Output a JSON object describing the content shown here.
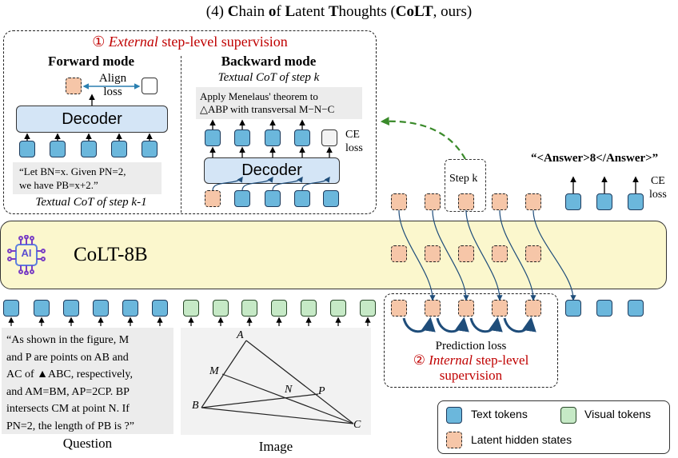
{
  "title": {
    "prefix": "(4) ",
    "c": "C",
    "hain": "hain ",
    "o": "o",
    "f": "f ",
    "l": "L",
    "atent": "atent ",
    "t": "T",
    "houghts": "houghts (",
    "colt": "CoLT",
    "suffix": ", ours)"
  },
  "external": {
    "number": "①",
    "italic": "External",
    "rest": " step-level supervision",
    "forward_mode": "Forward mode",
    "backward_mode": "Backward mode",
    "align_loss_1": "Align",
    "align_loss_2": "loss",
    "decoder": "Decoder",
    "forward_text_1": "“Let BN=x. Given PN=2,",
    "forward_text_2": "we have PB=x+2.”",
    "forward_caption": "Textual CoT of step k-1",
    "backward_caption": "Textual CoT of step k",
    "backward_text_1": "Apply Menelaus' theorem to",
    "backward_text_2": "△ABP with transversal M−N−C",
    "ce_loss_1": "CE",
    "ce_loss_2": "loss"
  },
  "step_label": "Step k",
  "answer": "“<Answer>8</Answer>”",
  "answer_ce_1": "CE",
  "answer_ce_2": "loss",
  "model_name": "CoLT-8B",
  "ai_chip_text": "AI",
  "internal": {
    "prediction_loss": "Prediction loss",
    "number": "②",
    "italic": "Internal",
    "rest": " step-level",
    "line2": "supervision"
  },
  "question": {
    "lines": [
      "“As shown in the figure, M",
      "and P are points on AB and",
      "AC of ▲ABC, respectively,",
      "and AM=BM, AP=2CP. BP",
      "intersects CM at point N. If",
      "PN=2, the length of PB is ?”"
    ],
    "label": "Question"
  },
  "image": {
    "label": "Image",
    "points": {
      "A": "A",
      "M": "M",
      "N": "N",
      "P": "P",
      "B": "B",
      "C": "C"
    }
  },
  "legend": {
    "text_tokens": "Text tokens",
    "visual_tokens": "Visual tokens",
    "latent_states": "Latent hidden states"
  },
  "colors": {
    "text_token": "#6bb7dc",
    "visual_token": "#c6e9c6",
    "latent_state": "#f6c6a8",
    "model_bar": "#fbf7cd",
    "decoder": "#d4e5f6",
    "red": "#c00000",
    "green_arrow": "#3a8a2a"
  }
}
